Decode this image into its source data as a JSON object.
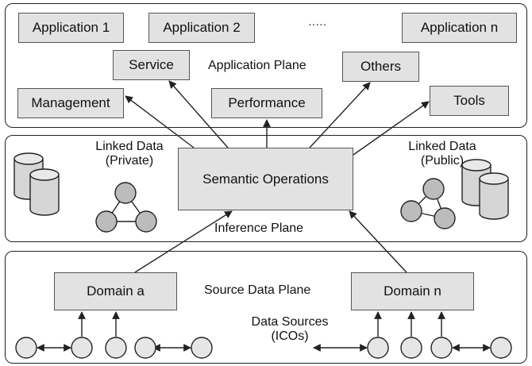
{
  "application_plane": {
    "title": "Application Plane",
    "apps": [
      "Application 1",
      "Application 2",
      "·····",
      "Application n"
    ],
    "service": "Service",
    "others": "Others",
    "management": "Management",
    "performance": "Performance",
    "tools": "Tools"
  },
  "inference_plane": {
    "title": "Inference Plane",
    "semantic_operations": "Semantic Operations",
    "linked_private_line1": "Linked Data",
    "linked_private_line2": "(Private)",
    "linked_public_line1": "Linked Data",
    "linked_public_line2": "(Public)"
  },
  "source_plane": {
    "title": "Source Data Plane",
    "domain_a": "Domain a",
    "domain_n": "Domain n",
    "sources_line1": "Data Sources",
    "sources_line2": "(ICOs)"
  },
  "colors": {
    "box_fill": "#e2e2e2",
    "node_fill": "#bcbcbc",
    "stroke": "#222222"
  }
}
